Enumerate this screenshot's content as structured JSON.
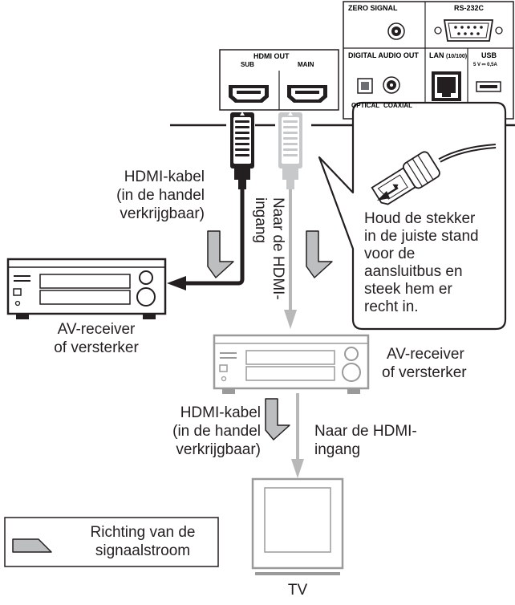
{
  "panel": {
    "zero_signal": "ZERO SIGNAL",
    "rs232c": "RS-232C",
    "digital_audio_out": "DIGITAL AUDIO OUT",
    "lan": "LAN",
    "lan_speed": "(10/100)",
    "usb": "USB",
    "usb_rating": "5 V ⎓ 0,5A",
    "optical": "OPTICAL",
    "coaxial": "COAXIAL",
    "hdmi_out": "HDMI OUT",
    "hdmi_sub": "SUB",
    "hdmi_main": "MAIN"
  },
  "labels": {
    "cable_top": [
      "HDMI-kabel",
      "(in de handel",
      "verkrijgbaar)"
    ],
    "vertical_hdmi_in": [
      "Naar de HDMI-",
      "ingang"
    ],
    "callout": [
      "Houd de stekker",
      "in de juiste stand",
      "voor de",
      "aansluitbus en",
      "steek hem er",
      "recht in."
    ],
    "receiver_left": [
      "AV-receiver",
      "of versterker"
    ],
    "receiver_right": [
      "AV-receiver",
      "of versterker"
    ],
    "cable_bottom": [
      "HDMI-kabel",
      "(in de handel",
      "verkrijgbaar)"
    ],
    "hdmi_in_bottom": [
      "Naar de HDMI-",
      "ingang"
    ],
    "legend": [
      "Richting van de",
      "signaalstroom"
    ],
    "tv": "TV"
  },
  "colors": {
    "line": "#231f20",
    "gray_device": "#9a9a9a",
    "gray_cable": "#b8b8b8",
    "flow_arrow_fill": "#bcbec0"
  }
}
